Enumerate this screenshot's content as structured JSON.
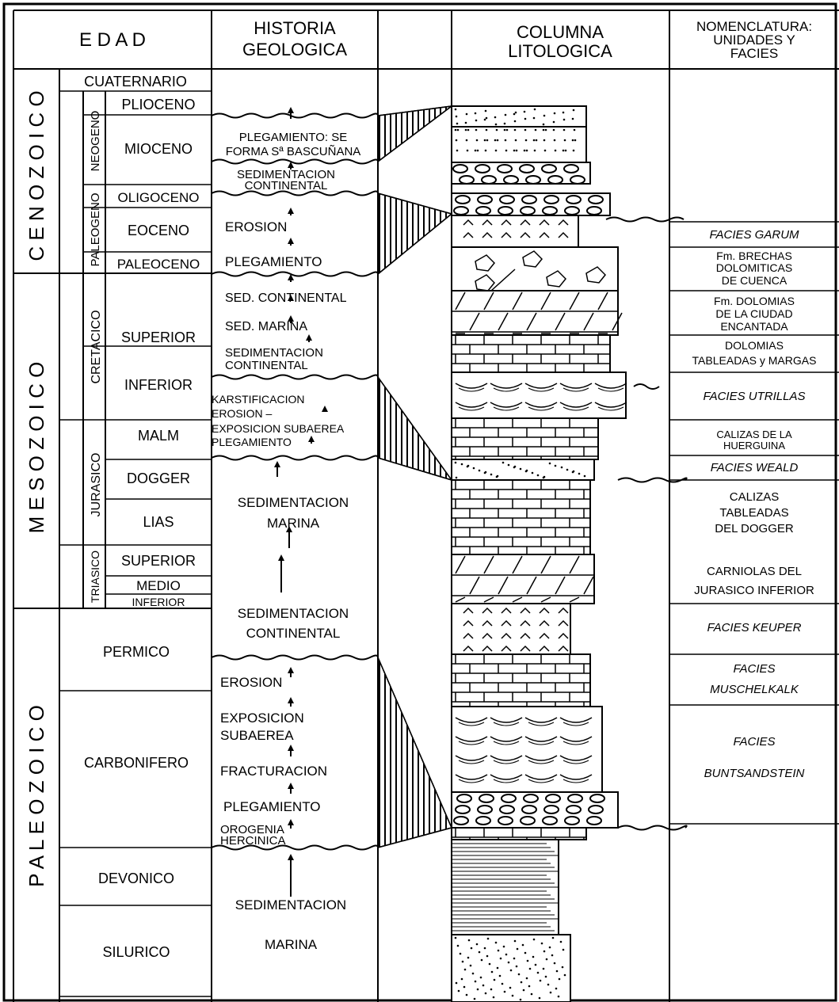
{
  "headers": {
    "edad": "E D A D",
    "historia": [
      "HISTORIA",
      "GEOLOGICA"
    ],
    "columna": [
      "COLUMNA",
      "LITOLOGICA"
    ],
    "nomenclatura": [
      "NOMENCLATURA:",
      "UNIDADES Y",
      "FACIES"
    ]
  },
  "eras": [
    "C E N O Z O I C O",
    "M E S O Z O I C O",
    "P A L E O Z O I C O"
  ],
  "systems": [
    "NEOGENO",
    "PALEOGENO",
    "CRETACICO",
    "JURASICO",
    "TRIASICO"
  ],
  "periods": [
    "CUATERNARIO",
    "PLIOCENO",
    "MIOCENO",
    "OLIGOCENO",
    "EOCENO",
    "PALEOCENO",
    "SUPERIOR",
    "INFERIOR",
    "MALM",
    "DOGGER",
    "LIAS",
    "SUPERIOR",
    "MEDIO",
    "INFERIOR",
    "PERMICO",
    "CARBONIFERO",
    "DEVONICO",
    "SILURICO"
  ],
  "history": [
    [
      "PLEGAMIENTO: SE",
      "FORMA Sª BASCUÑANA"
    ],
    [
      "SEDIMENTACION",
      "CONTINENTAL"
    ],
    [
      "EROSION"
    ],
    [
      "PLEGAMIENTO"
    ],
    [
      "SED. CONTINENTAL"
    ],
    [
      "SED. MARINA"
    ],
    [
      "SEDIMENTACION",
      "CONTINENTAL"
    ],
    [
      "KARSTIFICACION"
    ],
    [
      "EROSION –"
    ],
    [
      "EXPOSICION SUBAEREA"
    ],
    [
      "PLEGAMIENTO"
    ],
    [
      "SEDIMENTACION",
      "MARINA"
    ],
    [
      "SEDIMENTACION",
      "CONTINENTAL"
    ],
    [
      "EROSION"
    ],
    [
      "EXPOSICION",
      "SUBAEREA"
    ],
    [
      "FRACTURACION"
    ],
    [
      "PLEGAMIENTO"
    ],
    [
      "OROGENIA",
      "HERCINICA"
    ],
    [
      "SEDIMENTACION"
    ],
    [
      "MARINA"
    ]
  ],
  "nomenclature": [
    [
      "FACIES GARUM"
    ],
    [
      "Fm. BRECHAS",
      "DOLOMITICAS",
      "DE CUENCA"
    ],
    [
      "Fm. DOLOMIAS",
      "DE LA CIUDAD",
      "ENCANTADA"
    ],
    [
      "DOLOMIAS",
      "TABLEADAS y MARGAS"
    ],
    [
      "FACIES UTRILLAS"
    ],
    [
      "CALIZAS DE LA",
      "HUERGUINA"
    ],
    [
      "FACIES WEALD"
    ],
    [
      "CALIZAS",
      "TABLEADAS",
      "DEL DOGGER"
    ],
    [
      "CARNIOLAS DEL",
      "JURASICO INFERIOR"
    ],
    [
      "FACIES KEUPER"
    ],
    [
      "FACIES",
      "MUSCHELKALK"
    ],
    [
      "FACIES",
      "BUNTSANDSTEIN"
    ]
  ],
  "colors": {
    "ink": "#000000",
    "background": "#ffffff"
  }
}
